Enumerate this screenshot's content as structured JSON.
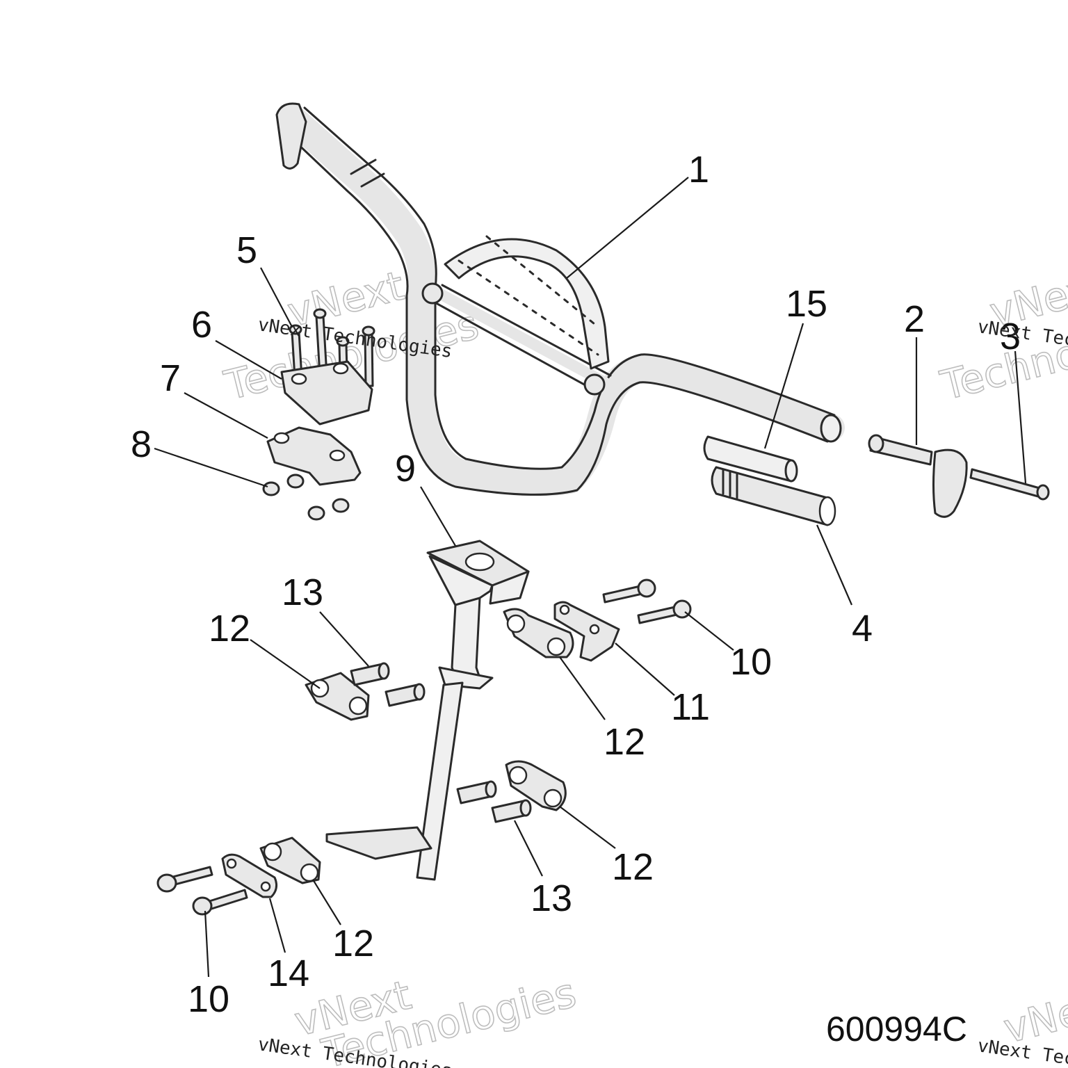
{
  "diagram": {
    "drawing_code": "600994C",
    "callouts": {
      "c1": "1",
      "c2": "2",
      "c3": "3",
      "c4": "4",
      "c5": "5",
      "c6": "6",
      "c7": "7",
      "c8": "8",
      "c9": "9",
      "c10a": "10",
      "c10b": "10",
      "c11": "11",
      "c12a": "12",
      "c12b": "12",
      "c12c": "12",
      "c12d": "12",
      "c13a": "13",
      "c13b": "13",
      "c14": "14",
      "c15": "15"
    }
  },
  "watermark": {
    "small": "vNext Technologies",
    "big_top": "vNext",
    "big_bottom": "Technologies"
  }
}
